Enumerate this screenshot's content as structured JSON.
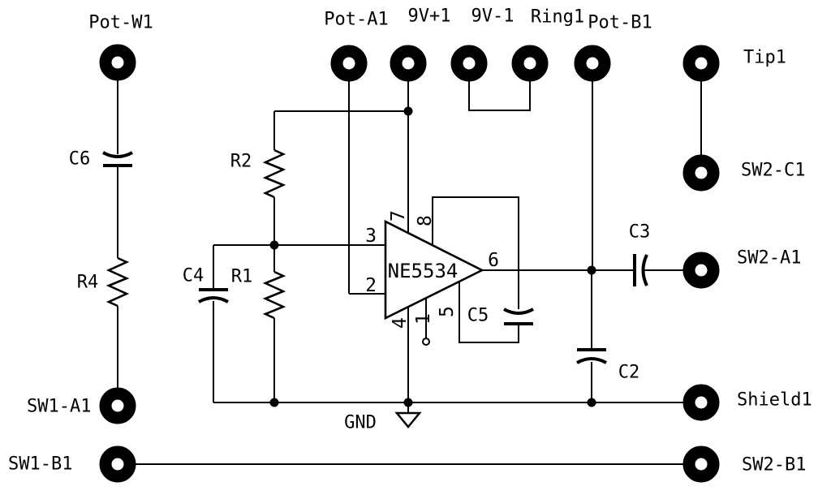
{
  "colors": {
    "ink": "#000000",
    "background": "#ffffff"
  },
  "pads": {
    "pot_w1": "Pot-W1",
    "pot_a1": "Pot-A1",
    "plus9v": "9V+1",
    "minus9v": "9V-1",
    "ring1": "Ring1",
    "pot_b1": "Pot-B1",
    "tip1": "Tip1",
    "sw2_c1": "SW2-C1",
    "sw2_a1": "SW2-A1",
    "shield1": "Shield1",
    "sw2_b1": "SW2-B1",
    "sw1_a1": "SW1-A1",
    "sw1_b1": "SW1-B1"
  },
  "components": {
    "opamp": "NE5534",
    "r1": "R1",
    "r2": "R2",
    "r4": "R4",
    "c2": "C2",
    "c3": "C3",
    "c4": "C4",
    "c5": "C5",
    "c6": "C6"
  },
  "pins": {
    "p1": "1",
    "p2": "2",
    "p3": "3",
    "p4": "4",
    "p5": "5",
    "p6": "6",
    "p7": "7",
    "p8": "8"
  },
  "net": {
    "gnd": "GND"
  }
}
